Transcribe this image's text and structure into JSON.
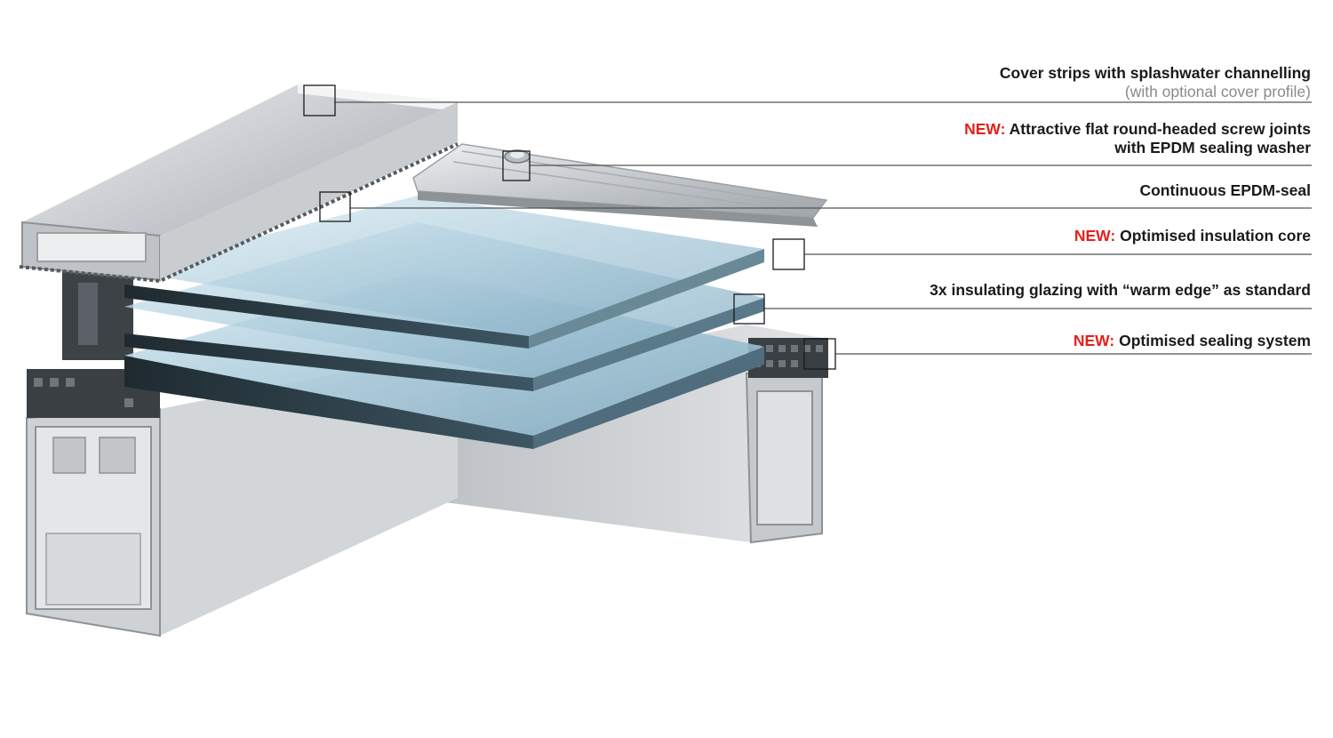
{
  "colors": {
    "accent_new": "#e3201b",
    "text": "#1a1a1a",
    "subtext": "#8a8a8a",
    "leader_line": "#555555",
    "aluminium": "#c9cccf",
    "glass": "#9cc3d6",
    "seal": "#2f3336"
  },
  "callouts": [
    {
      "prefix": "",
      "line1": "Cover strips with splashwater channelling",
      "line2": "(with optional cover profile)"
    },
    {
      "prefix": "NEW:",
      "line1": "Attractive flat round-headed screw joints",
      "line2": "with EPDM sealing washer"
    },
    {
      "prefix": "",
      "line1": "Continuous EPDM-seal",
      "line2": ""
    },
    {
      "prefix": "NEW:",
      "line1": "Optimised insulation core",
      "line2": ""
    },
    {
      "prefix": "",
      "line1": "3x insulating glazing with “warm edge” as standard",
      "line2": ""
    },
    {
      "prefix": "NEW:",
      "line1": "Optimised sealing system",
      "line2": ""
    }
  ]
}
